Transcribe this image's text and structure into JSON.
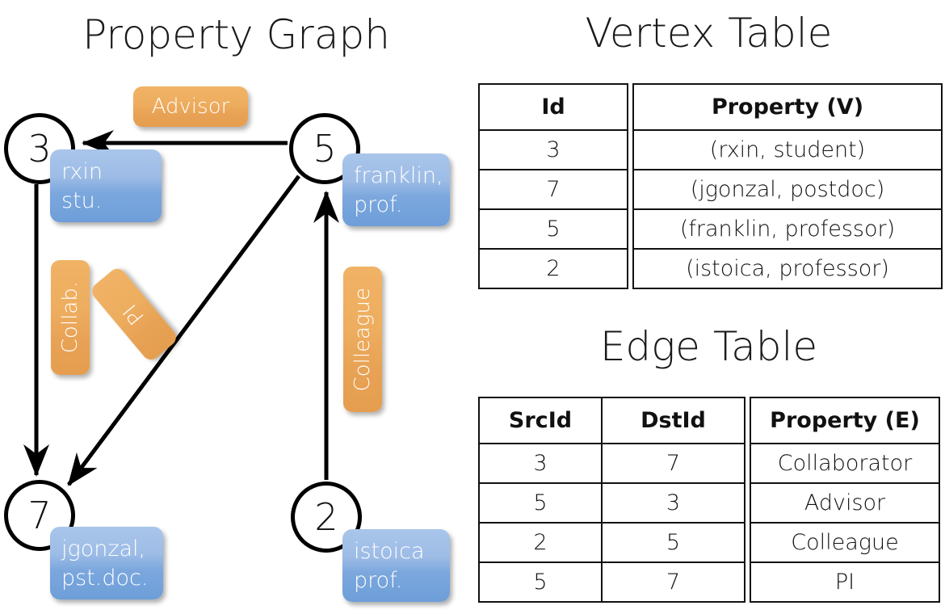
{
  "titles": {
    "property_graph": "Property Graph",
    "vertex_table": "Vertex Table",
    "edge_table": "Edge Table"
  },
  "graph": {
    "nodes": [
      {
        "id": "3",
        "name": "node-3",
        "property_line1": "rxin",
        "property_line2": "stu."
      },
      {
        "id": "5",
        "name": "node-5",
        "property_line1": "franklin,",
        "property_line2": "prof."
      },
      {
        "id": "7",
        "name": "node-7",
        "property_line1": "jgonzal,",
        "property_line2": "pst.doc."
      },
      {
        "id": "2",
        "name": "node-2",
        "property_line1": "istoica",
        "property_line2": "prof."
      }
    ],
    "edge_labels": [
      {
        "key": "advisor",
        "text": "Advisor",
        "orientation": "horizontal"
      },
      {
        "key": "collab",
        "text": "Collab.",
        "orientation": "vertical"
      },
      {
        "key": "pi",
        "text": "PI",
        "orientation": "diagonal"
      },
      {
        "key": "colleague",
        "text": "Colleague",
        "orientation": "vertical"
      }
    ],
    "edges": [
      {
        "src": "5",
        "dst": "3",
        "label": "Advisor"
      },
      {
        "src": "3",
        "dst": "7",
        "label": "Collab."
      },
      {
        "src": "5",
        "dst": "7",
        "label": "PI"
      },
      {
        "src": "2",
        "dst": "5",
        "label": "Colleague"
      }
    ]
  },
  "vertex_table": {
    "headers": [
      "Id",
      "Property (V)"
    ],
    "rows": [
      {
        "id": "3",
        "property": "(rxin, student)"
      },
      {
        "id": "7",
        "property": "(jgonzal, postdoc)"
      },
      {
        "id": "5",
        "property": "(franklin, professor)"
      },
      {
        "id": "2",
        "property": "(istoica, professor)"
      }
    ]
  },
  "edge_table": {
    "headers": [
      "SrcId",
      "DstId",
      "Property (E)"
    ],
    "rows": [
      {
        "src": "3",
        "dst": "7",
        "property": "Collaborator"
      },
      {
        "src": "5",
        "dst": "3",
        "property": "Advisor"
      },
      {
        "src": "2",
        "dst": "5",
        "property": "Colleague"
      },
      {
        "src": "5",
        "dst": "7",
        "property": "PI"
      }
    ]
  },
  "colors": {
    "vertex_property_fill": "#cfdcee",
    "edge_property_fill": "#f6dfc6",
    "node_callout_blue": "#7ba7dd",
    "edge_label_orange": "#eeae60",
    "stroke": "#111111"
  }
}
